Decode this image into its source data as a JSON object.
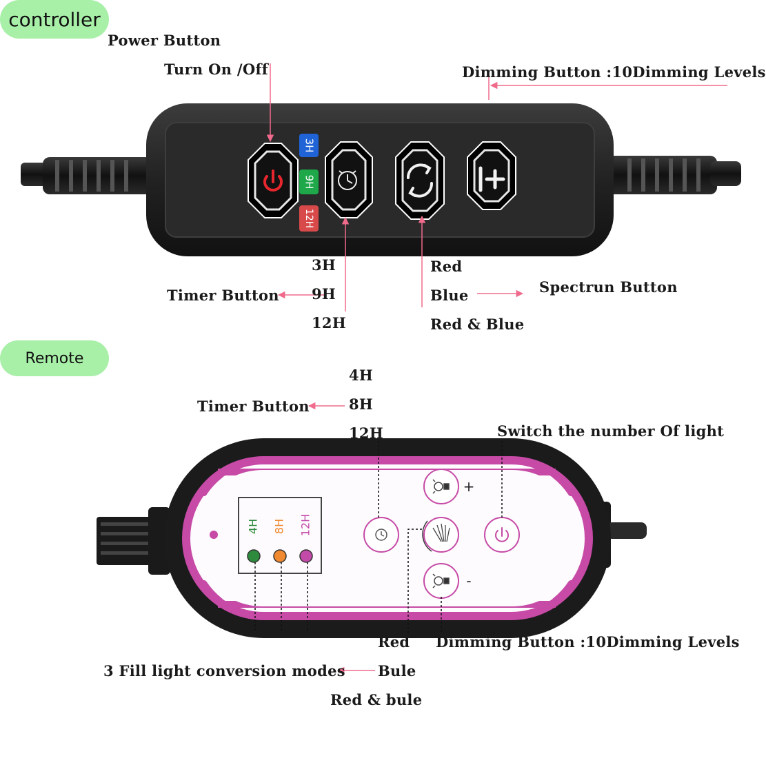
{
  "sections": {
    "controller": "controller",
    "remote": "Remote"
  },
  "controller": {
    "power_button_title": "Power Button",
    "power_button_desc": "Turn On /Off",
    "dimming_label": "Dimming Button :10Dimming Levels",
    "timer_badges": [
      "3H",
      "9H",
      "12H"
    ],
    "timer_options": [
      "3H",
      "9H",
      "12H"
    ],
    "timer_label": "Timer Button",
    "spectrum_options": [
      "Red",
      "Blue",
      "Red & Blue"
    ],
    "spectrum_label": "Spectrun Button"
  },
  "remote": {
    "timer_options": [
      "4H",
      "8H",
      "12H"
    ],
    "timer_label": "Timer Button",
    "switch_label": "Switch  the number Of light",
    "panel_timers": [
      "4H",
      "8H",
      "12H"
    ],
    "plus": "+",
    "minus": "-",
    "mode_options": [
      "Red",
      "Bule",
      "Red & bule"
    ],
    "dimming_label": "Dimming Button :10Dimming Levels",
    "modes_label": "3 Fill light conversion modes"
  },
  "colors": {
    "pill": "#a8efa8",
    "arrow": "#f06a8c",
    "panel_pink": "#c64aa6",
    "badge_blue": "#1f63d6",
    "badge_green": "#1ea84a",
    "badge_red": "#d84a4a",
    "dot_green": "#2e8b3e",
    "dot_orange": "#f0892f",
    "dot_magenta": "#c24aa8"
  },
  "icons": [
    "power-icon",
    "timer-icon",
    "cycle-icon",
    "brightness-plus-icon",
    "spectrum-icon",
    "power-switch-icon",
    "brightness-minus-icon"
  ]
}
